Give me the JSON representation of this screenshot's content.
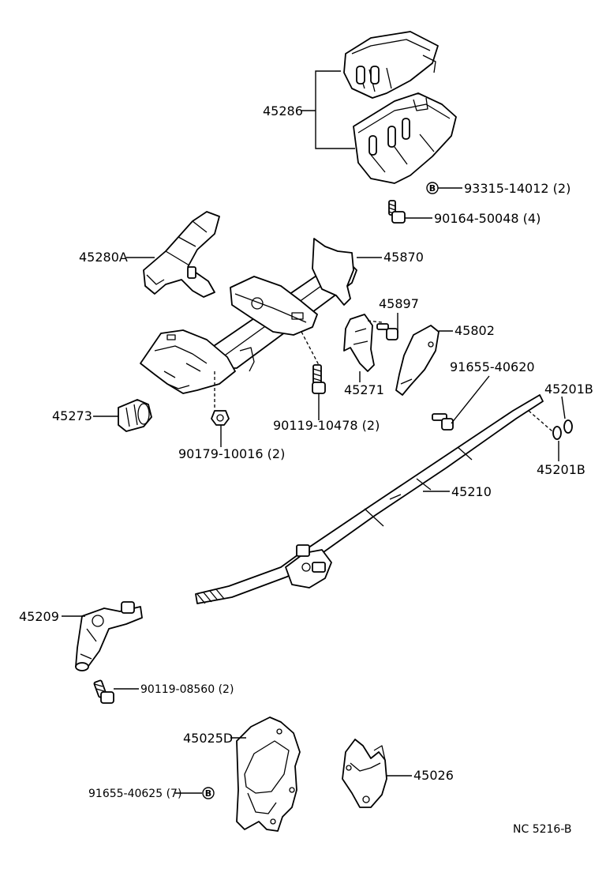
{
  "parts": {
    "p45286": "45286",
    "p93315": "93315-14012 (2)",
    "p93315_marker": "B",
    "p90164": "90164-50048 (4)",
    "p45280A": "45280A",
    "p45870": "45870",
    "p45897": "45897",
    "p45802": "45802",
    "p45271": "45271",
    "p91655_40620": "91655-40620",
    "p45201B_top": "45201B",
    "p45201B_bottom": "45201B",
    "p45273": "45273",
    "p90119_10478": "90119-10478 (2)",
    "p90179": "90179-10016 (2)",
    "p45210": "45210",
    "p45209": "45209",
    "p90119_08560": "90119-08560 (2)",
    "p45025D": "45025D",
    "p45026": "45026",
    "p91655_40625": "91655-40625 (7)",
    "p91655_40625_marker": "B"
  },
  "footer": {
    "code": "NC  5216-B"
  }
}
